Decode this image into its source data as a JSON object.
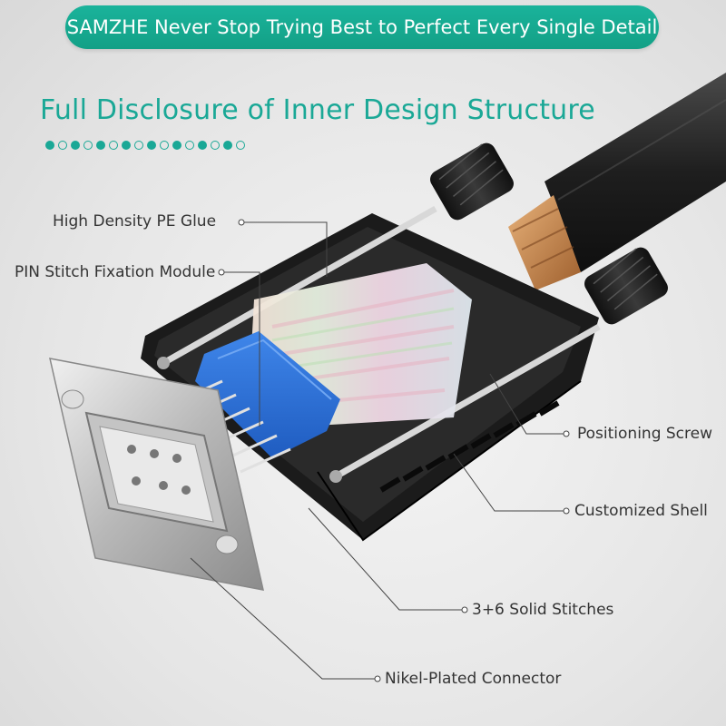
{
  "banner": {
    "text": "SAMZHE Never Stop Trying Best to Perfect Every Single Detail"
  },
  "heading": {
    "text": "Full Disclosure of Inner Design Structure"
  },
  "dot_row": [
    "filled",
    "hollow",
    "filled",
    "hollow",
    "filled",
    "hollow",
    "filled",
    "hollow",
    "filled",
    "hollow",
    "filled",
    "hollow",
    "filled",
    "hollow",
    "filled",
    "hollow"
  ],
  "callouts": {
    "pe_glue": "High Density PE Glue",
    "pin_module": "PIN Stitch Fixation Module",
    "positioning_screw": "Positioning Screw",
    "shell": "Customized Shell",
    "solid_stitches": "3+6 Solid Stitches",
    "connector": "Nikel-Plated Connector"
  },
  "colors": {
    "accent": "#1aa896",
    "banner_bg": "#13a086",
    "pin_module": "#2a6fd6",
    "shell": "#1b1b1b",
    "cable": "#2b2b2b",
    "braid": "#c98a52",
    "connector": "#c9c9c9"
  }
}
